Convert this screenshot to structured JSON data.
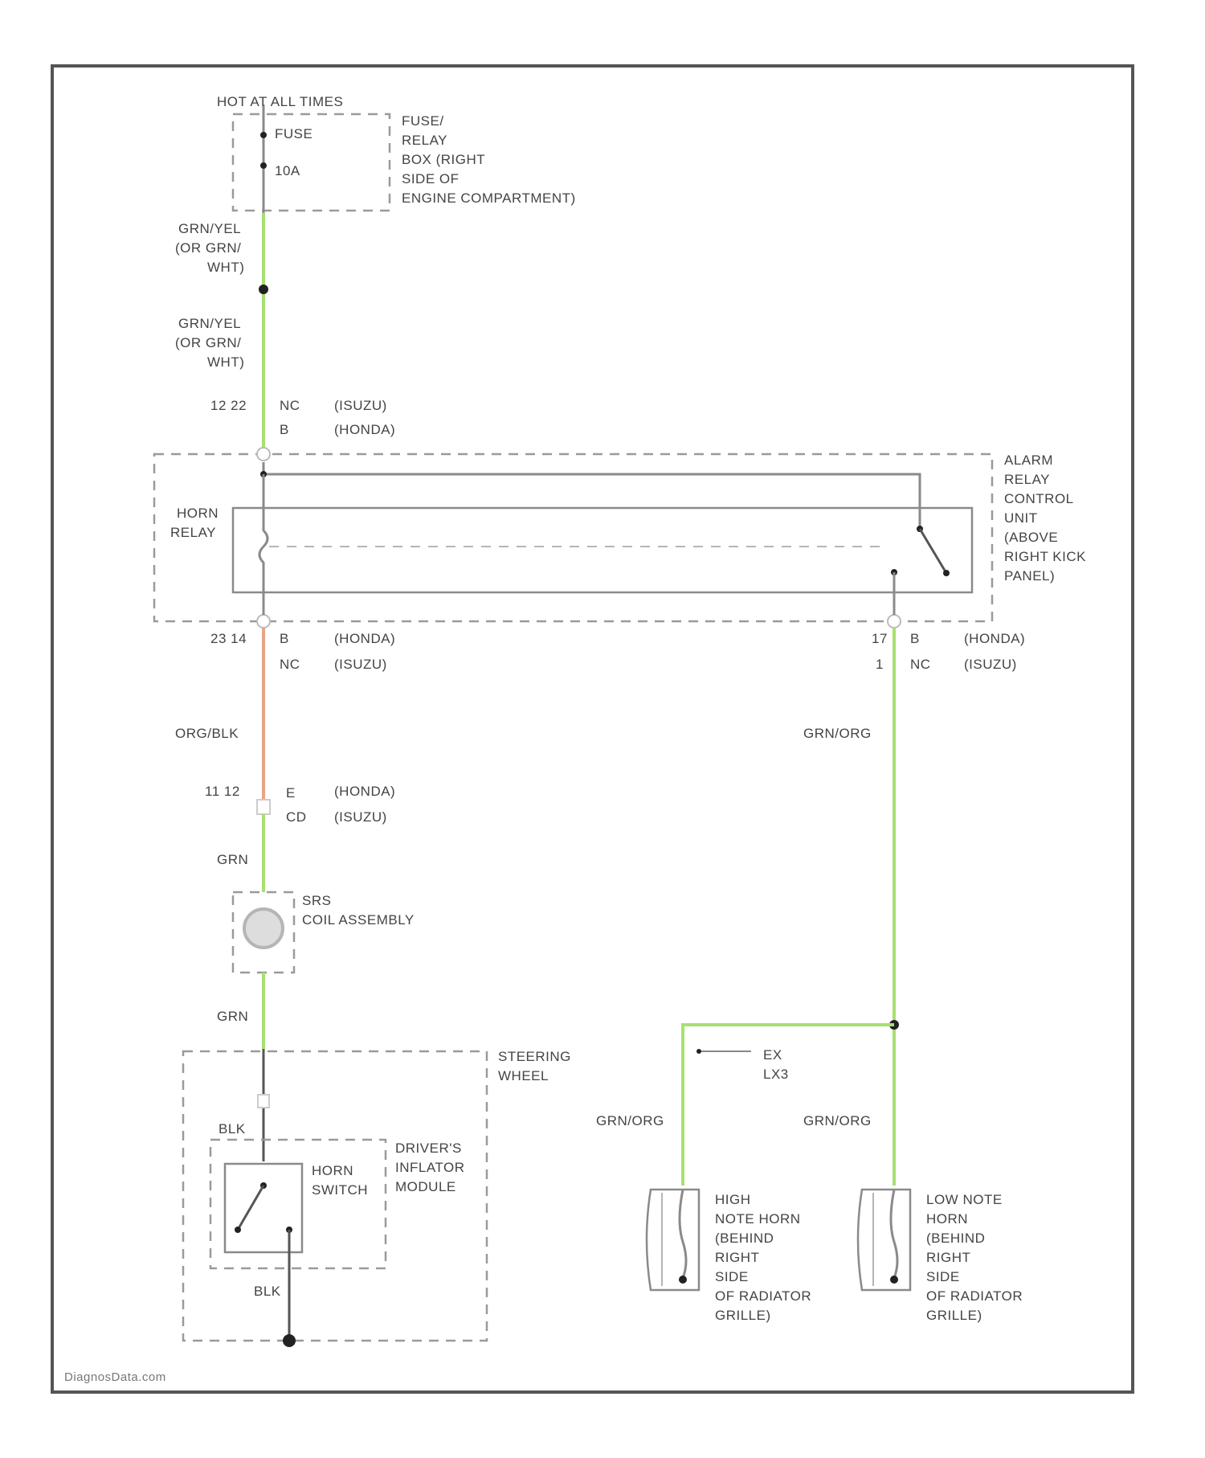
{
  "colors": {
    "wire_green": "#a8e070",
    "wire_orange": "#e8a488",
    "wire_gray": "#8a8a8a",
    "frame": "#555555"
  },
  "labels": {
    "hot_at_all": "HOT AT ALL TIMES",
    "fuse_name": "FUSE",
    "fuse_rating": "10A",
    "fuse_box": "FUSE/ RELAY BOX (RIGHT SIDE OF ENGINE COMPARTMENT)",
    "wire_top_1": "GRN/YEL (OR GRN/ WHT)",
    "wire_top_2": "GRN/YEL (OR GRN/ WHT)",
    "conn_top_pins": "12 22",
    "conn_top_id_1": "NC",
    "conn_top_make_1": "(ISUZU)",
    "conn_top_id_2": "B",
    "conn_top_make_2": "(HONDA)",
    "horn_relay": "HORN RELAY",
    "alarm_unit": "ALARM RELAY CONTROL UNIT (ABOVE RIGHT KICK PANEL)",
    "conn_left_pins": "23 14",
    "conn_left_id_1": "B",
    "conn_left_make_1": "(HONDA)",
    "conn_left_id_2": "NC",
    "conn_left_make_2": "(ISUZU)",
    "conn_right_pin_1": "17",
    "conn_right_id_1": "B",
    "conn_right_make_1": "(HONDA)",
    "conn_right_pin_2": "1",
    "conn_right_id_2": "NC",
    "conn_right_make_2": "(ISUZU)",
    "wire_org_blk": "ORG/BLK",
    "wire_grn_org_top": "GRN/ORG",
    "conn_mid_pins": "11 12",
    "conn_mid_id_1": "E",
    "conn_mid_make_1": "(HONDA)",
    "conn_mid_id_2": "CD",
    "conn_mid_make_2": "(ISUZU)",
    "wire_grn_1": "GRN",
    "srs_coil": "SRS COIL ASSEMBLY",
    "wire_grn_2": "GRN",
    "steering_wheel": "STEERING WHEEL",
    "wire_blk_1": "BLK",
    "horn_switch": "HORN SWITCH",
    "inflator": "DRIVER'S INFLATOR MODULE",
    "wire_blk_2": "BLK",
    "splice_ref": "EX LX3",
    "wire_grn_org_left": "GRN/ORG",
    "wire_grn_org_right": "GRN/ORG",
    "high_horn": "HIGH NOTE HORN (BEHIND RIGHT SIDE OF RADIATOR GRILLE)",
    "low_horn": "LOW NOTE HORN (BEHIND RIGHT SIDE OF RADIATOR GRILLE)",
    "credit": "DiagnosData.com"
  }
}
